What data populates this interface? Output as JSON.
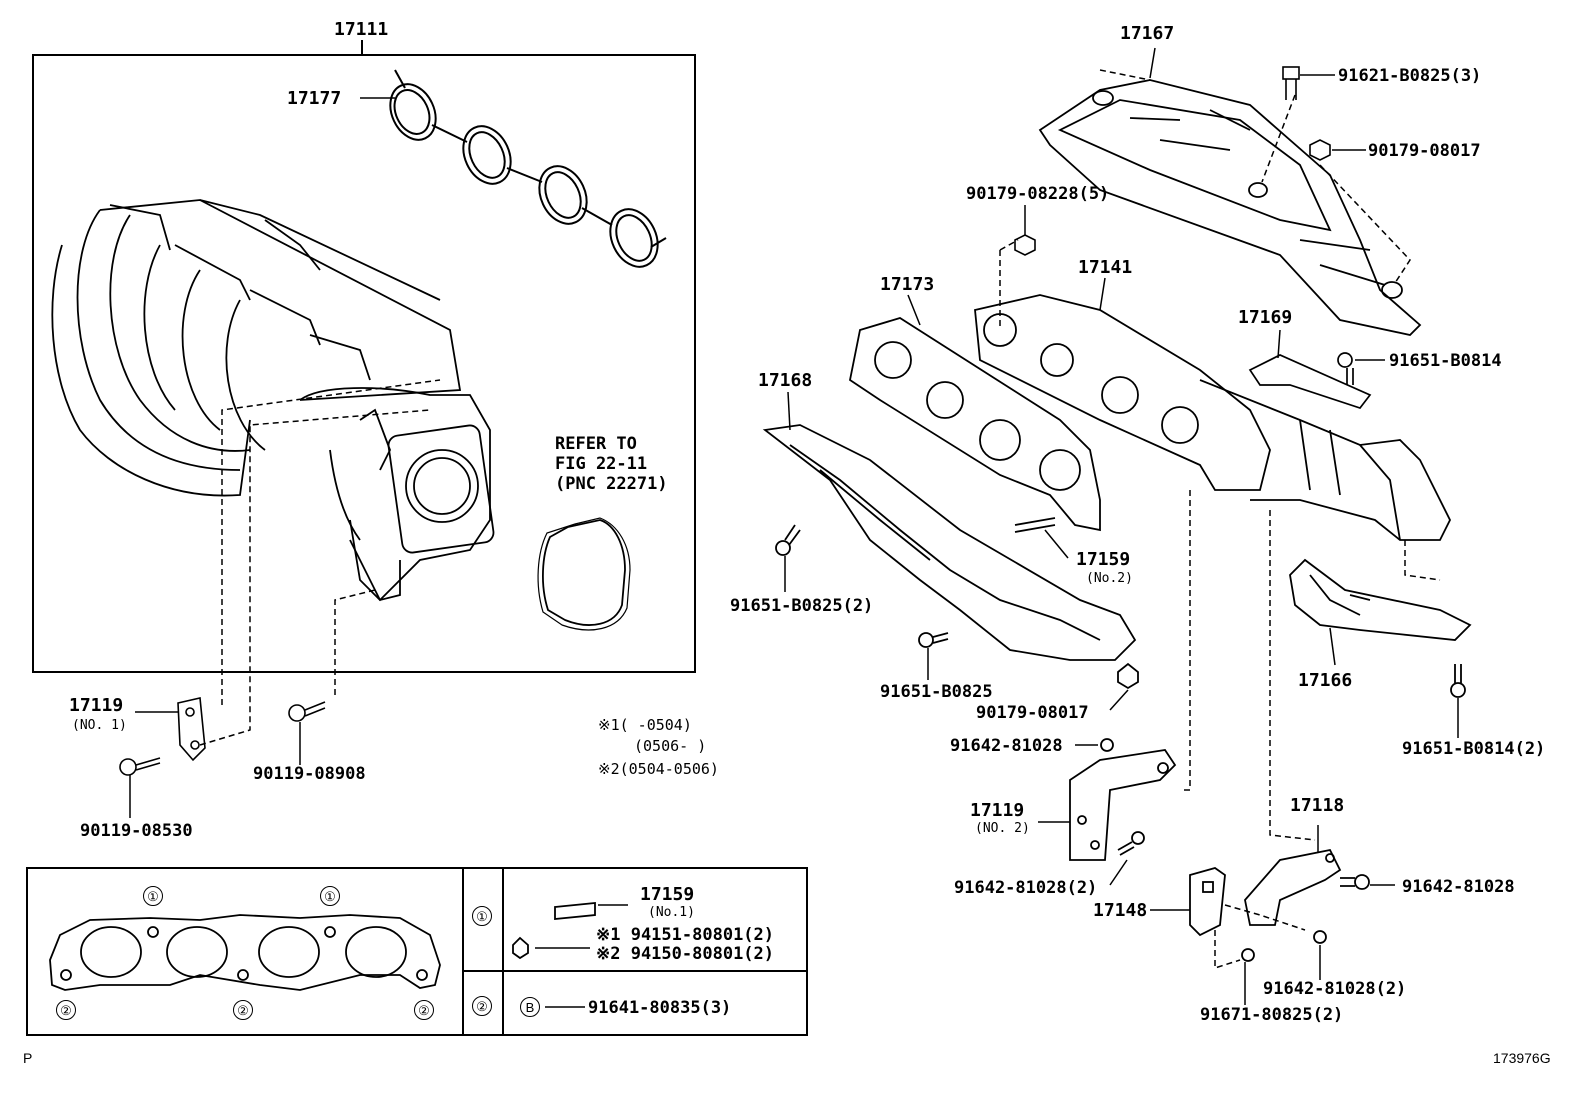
{
  "labels": {
    "intake_manifold": "17111",
    "intake_gasket": "17177",
    "stay_no1": "17119",
    "stay_no1_sub": "(NO. 1)",
    "bolt_90119_08908": "90119-08908",
    "bolt_90119_08530": "90119-08530",
    "refer_line1": "REFER TO",
    "refer_line2": "FIG 22-11",
    "refer_line3": "(PNC 22271)",
    "heat_insulator_upper": "17167",
    "bolt_91621_b0825": "91621-B0825(3)",
    "nut_90179_08017_top": "90179-08017",
    "nut_90179_08228": "90179-08228(5)",
    "exhaust_manifold": "17141",
    "exhaust_gasket": "17173",
    "insulator_17169": "17169",
    "bolt_91651_b0814": "91651-B0814",
    "insulator_17168": "17168",
    "stud_17159_no2": "17159",
    "stud_17159_no2_sub": "(No.2)",
    "bolt_91651_b0825_2": "91651-B0825(2)",
    "bolt_91651_b0825": "91651-B0825",
    "nut_90179_08017_mid": "90179-08017",
    "insulator_17166": "17166",
    "bolt_91642_81028_a": "91642-81028",
    "stay_no2": "17119",
    "stay_no2_sub": "(NO. 2)",
    "bolt_91651_b0814_2": "91651-B0814(2)",
    "bolt_91642_81028_2a": "91642-81028(2)",
    "stay_17118": "17118",
    "bolt_91642_81028_b": "91642-81028",
    "stay_17148": "17148",
    "bolt_91642_81028_2b": "91642-81028(2)",
    "bolt_91671_80825": "91671-80825(2)",
    "note1a": "※1(      -0504)",
    "note1b": "(0506-      )",
    "note2": "※2(0504-0506)"
  },
  "legend": {
    "circle1": "①",
    "circle2": "②",
    "row1_part": "17159",
    "row1_part_sub": "(No.1)",
    "row1_nut1": "※1 94151-80801(2)",
    "row1_nut2": "※2 94150-80801(2)",
    "row2_symbol": "B",
    "row2_bolt": "91641-80835(3)"
  },
  "footer": {
    "left": "P",
    "right": "173976G"
  }
}
